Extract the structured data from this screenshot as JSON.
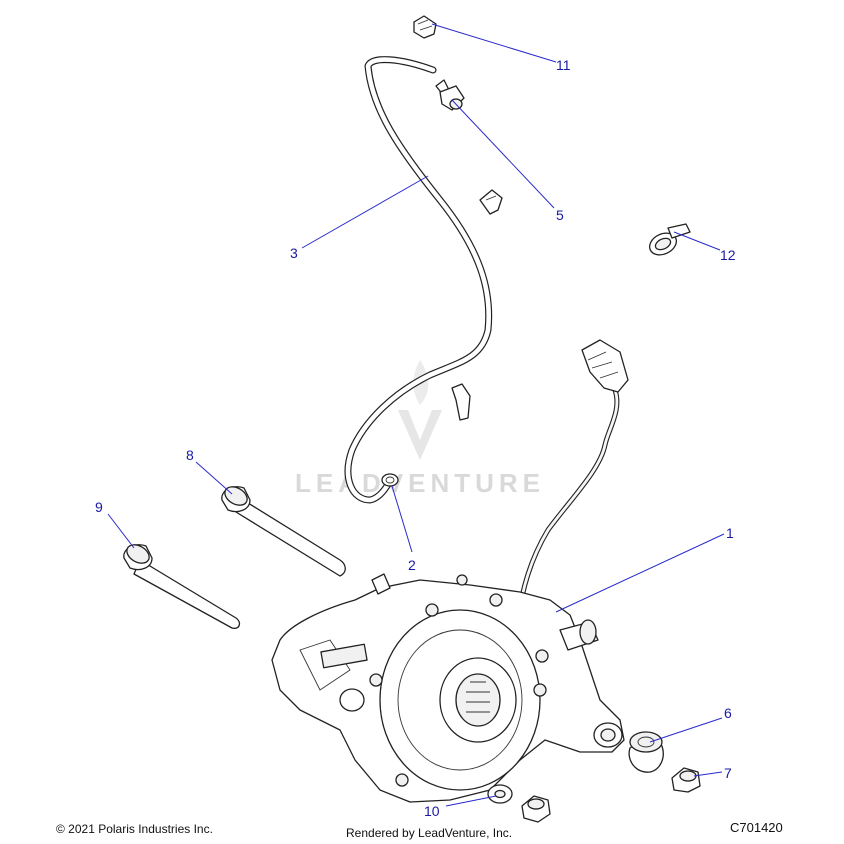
{
  "callouts": [
    {
      "id": "1",
      "label": "1"
    },
    {
      "id": "2",
      "label": "2"
    },
    {
      "id": "3",
      "label": "3"
    },
    {
      "id": "5",
      "label": "5"
    },
    {
      "id": "6",
      "label": "6"
    },
    {
      "id": "7",
      "label": "7"
    },
    {
      "id": "8",
      "label": "8"
    },
    {
      "id": "9",
      "label": "9"
    },
    {
      "id": "10",
      "label": "10"
    },
    {
      "id": "11",
      "label": "11"
    },
    {
      "id": "12",
      "label": "12"
    }
  ],
  "watermark": {
    "text": "LEADVENTURE"
  },
  "footer": {
    "copyright": "© 2021 Polaris Industries Inc.",
    "rendered_by": "Rendered by LeadVenture, Inc.",
    "drawing_id": "C701420"
  },
  "colors": {
    "callout": "#1a1aa6",
    "leader": "#2a2acc",
    "line": "#222222"
  }
}
